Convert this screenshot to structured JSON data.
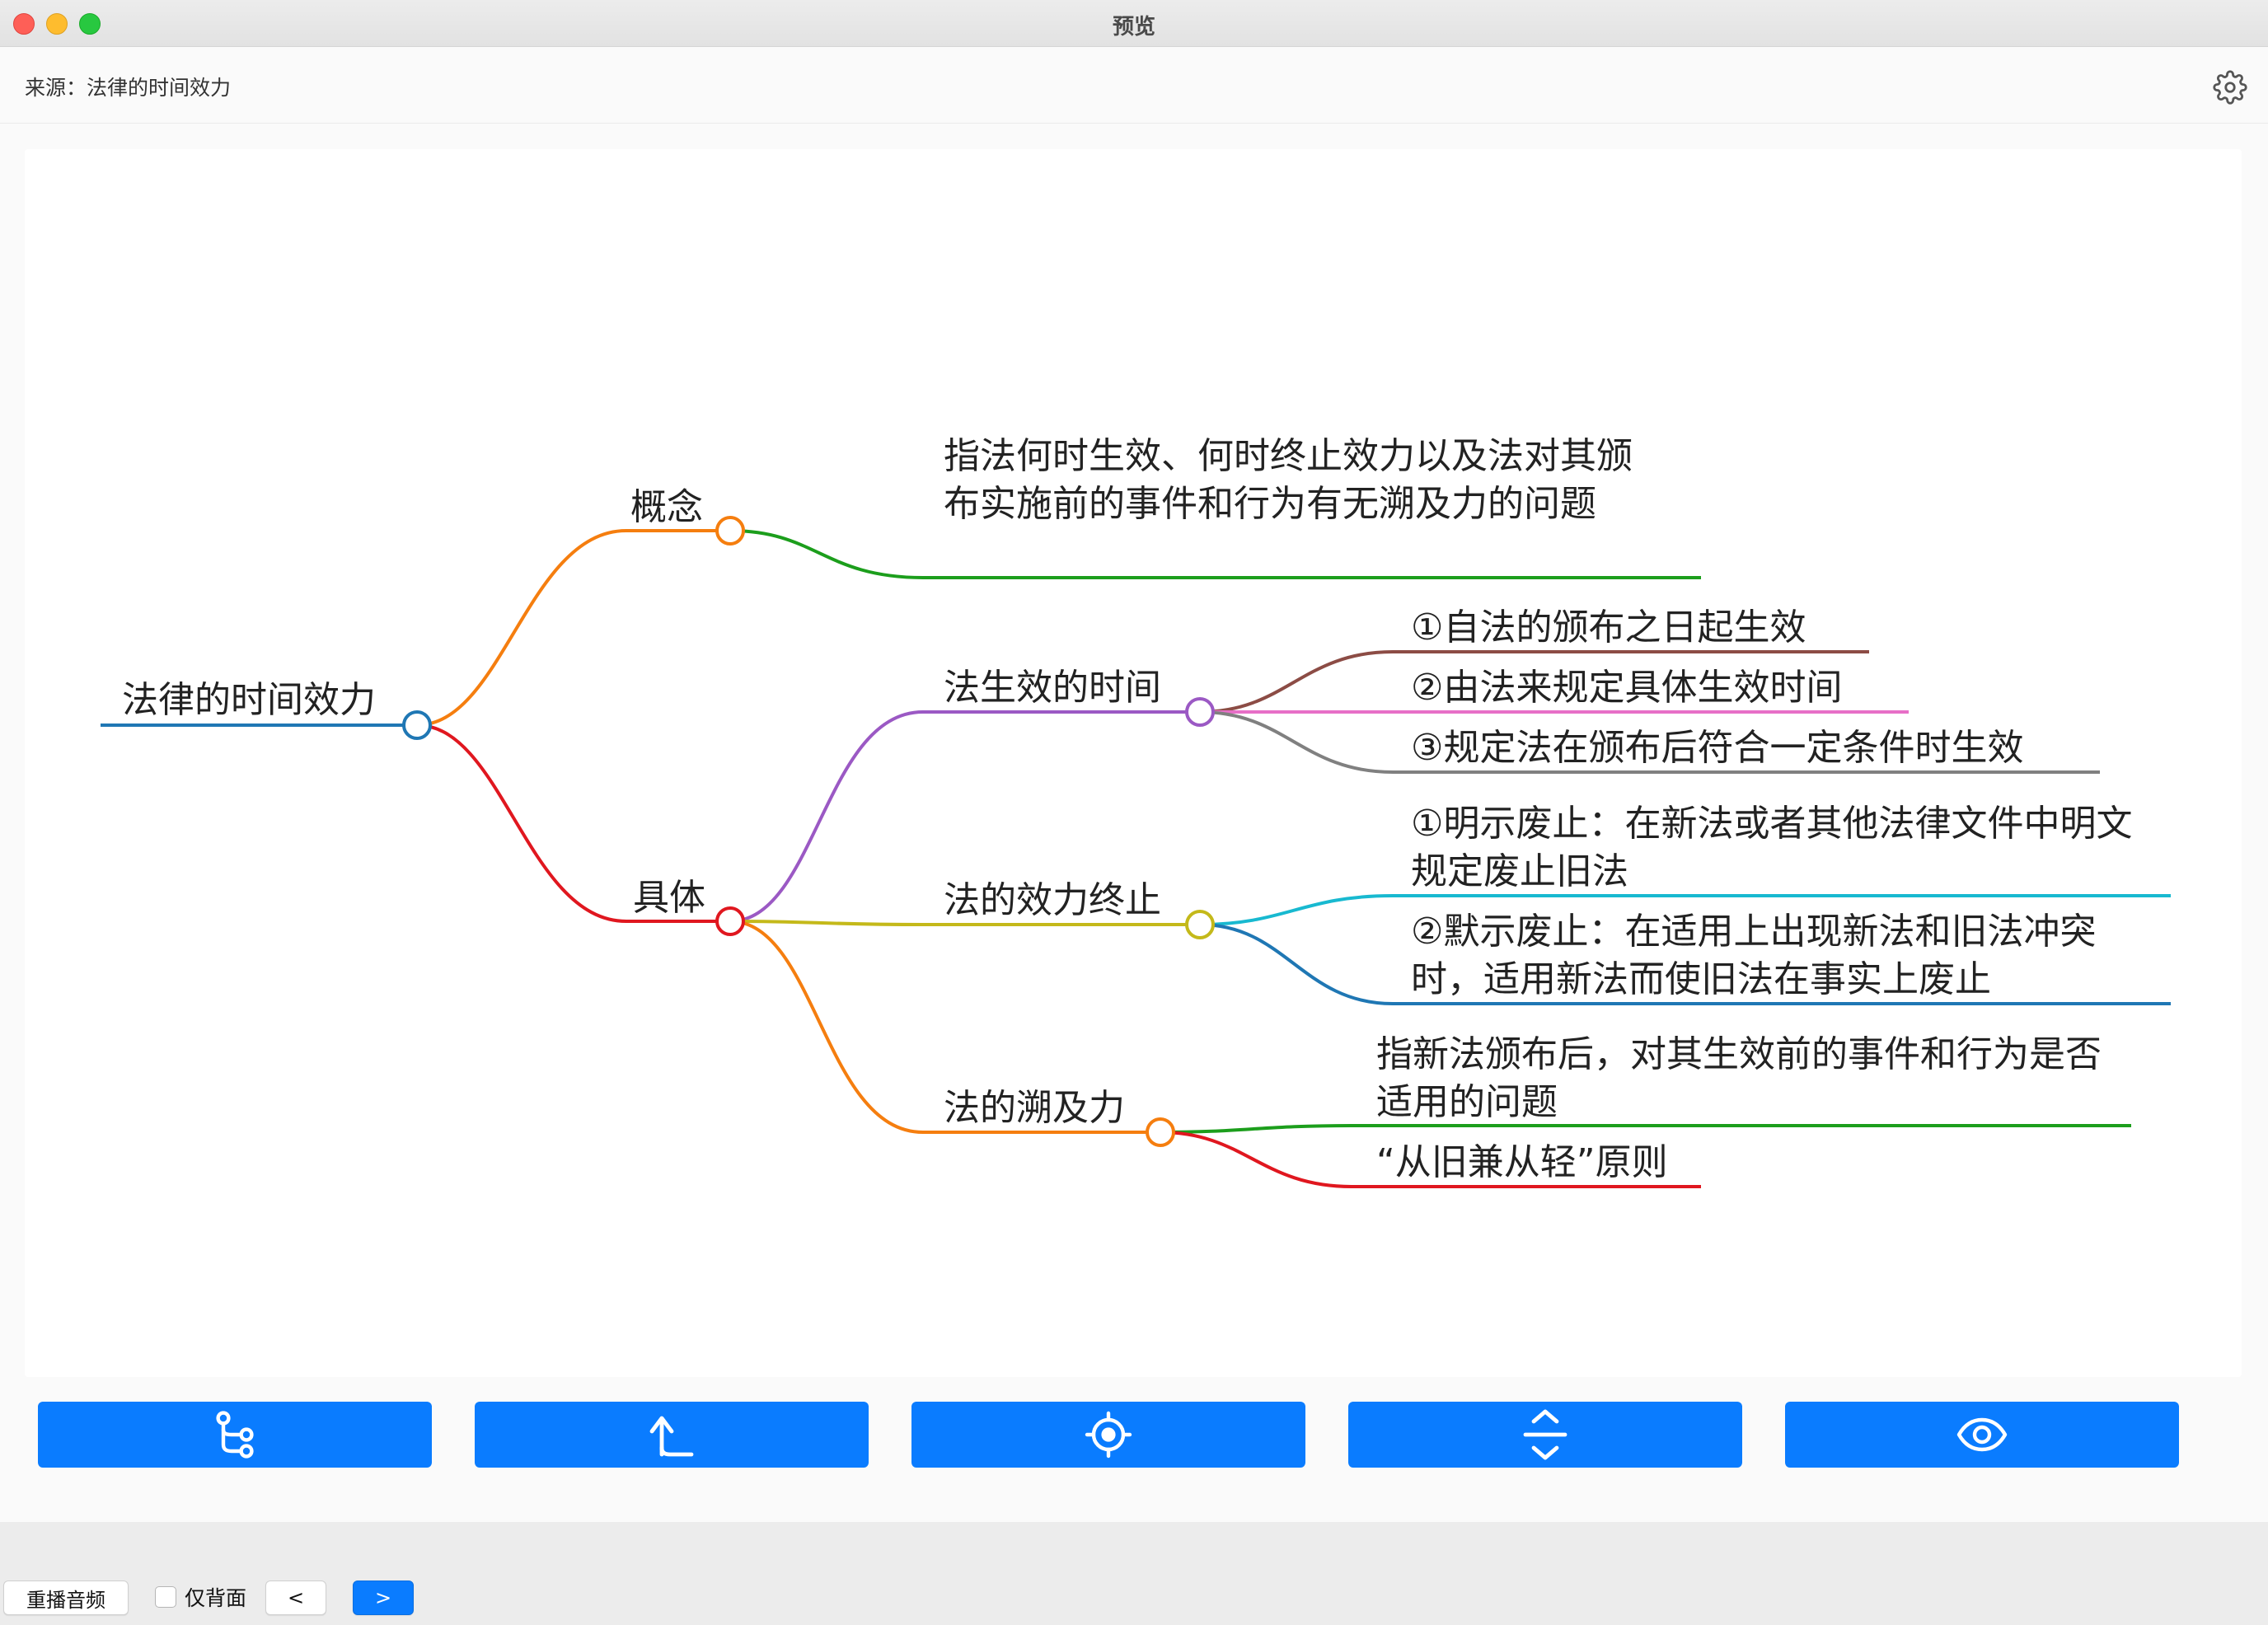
{
  "window": {
    "title": "预览"
  },
  "header": {
    "source": "来源：法律的时间效力",
    "settings_icon": "gear-icon"
  },
  "mindmap": {
    "root": "法律的时间效力",
    "branch_concept": "概念",
    "concept_desc": "指法何时生效、何时终止效力以及法对其颁布实施前的事件和行为有无溯及力的问题",
    "branch_specific": "具体",
    "effect_time": "法生效的时间",
    "effect_time_items": [
      "①自法的颁布之日起生效",
      "②由法来规定具体生效时间",
      "③规定法在颁布后符合一定条件时生效"
    ],
    "termination": "法的效力终止",
    "termination_items": [
      "①明示废止：在新法或者其他法律文件中明文规定废止旧法",
      "②默示废止：在适用上出现新法和旧法冲突时，适用新法而使旧法在事实上废止"
    ],
    "retroactivity": "法的溯及力",
    "retroactivity_items": [
      "指新法颁布后，对其生效前的事件和行为是否适用的问题",
      "“从旧兼从轻”原则"
    ]
  },
  "toolbar": {
    "buttons": [
      "tree-structure-icon",
      "arrow-up-left-icon",
      "locate-target-icon",
      "expand-collapse-icon",
      "eye-icon"
    ]
  },
  "footer": {
    "replay_label": "重播音频",
    "back_only_label": "仅背面",
    "prev_label": "<",
    "next_label": ">"
  },
  "colors": {
    "accent": "#0a7cff"
  }
}
